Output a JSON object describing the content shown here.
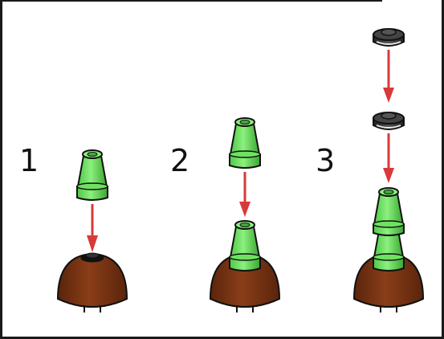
{
  "steps": [
    {
      "number": "1"
    },
    {
      "number": "2"
    },
    {
      "number": "3"
    }
  ],
  "colors": {
    "cone_green": "#66e05a",
    "cone_green_dark": "#3fae36",
    "dome_brown": "#7a3514",
    "dome_brown_dark": "#4e1f0a",
    "plate_dark": "#2f2f2f",
    "plate_light": "#e8e8e8",
    "arrow_red": "#d83a3a",
    "outline": "#111111"
  },
  "icons": [
    "brick-cone-icon",
    "brick-dome-icon",
    "round-plate-icon",
    "arrow-down-icon"
  ]
}
